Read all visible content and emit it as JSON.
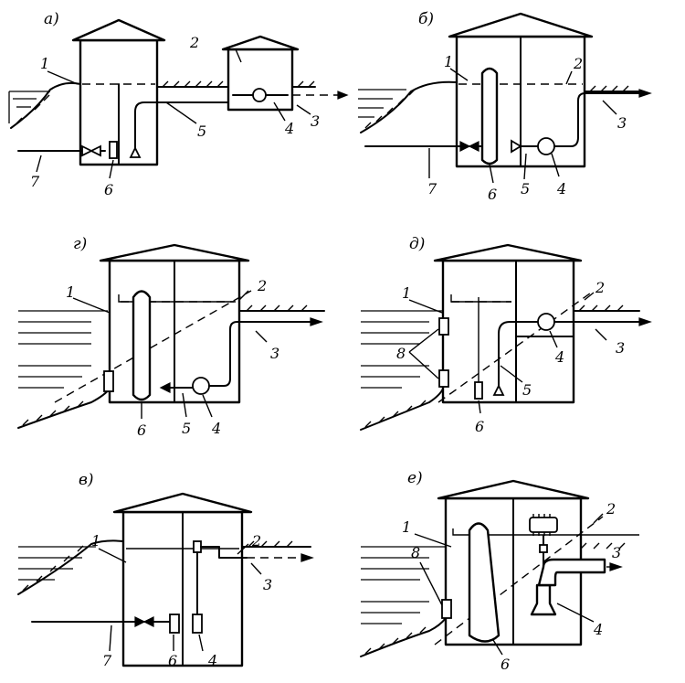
{
  "panels": {
    "a": {
      "label": "a)",
      "n1": "1",
      "n2": "2",
      "n3": "3",
      "n4": "4",
      "n5": "5",
      "n6": "6",
      "n7": "7"
    },
    "b": {
      "label": "б)",
      "n1": "1",
      "n2": "2",
      "n3": "3",
      "n4": "4",
      "n5": "5",
      "n6": "6",
      "n7": "7"
    },
    "g": {
      "label": "г)",
      "n1": "1",
      "n2": "2",
      "n3": "3",
      "n4": "4",
      "n5": "5",
      "n6": "6"
    },
    "d": {
      "label": "д)",
      "n1": "1",
      "n2": "2",
      "n3": "3",
      "n4": "4",
      "n5": "5",
      "n6": "6",
      "n8": "8"
    },
    "v": {
      "label": "в)",
      "n1": "1",
      "n2": "2",
      "n3": "3",
      "n4": "4",
      "n6": "6",
      "n7": "7"
    },
    "e": {
      "label": "е)",
      "n1": "1",
      "n2": "2",
      "n3": "3",
      "n4": "4",
      "n6": "6",
      "n8": "8"
    }
  }
}
